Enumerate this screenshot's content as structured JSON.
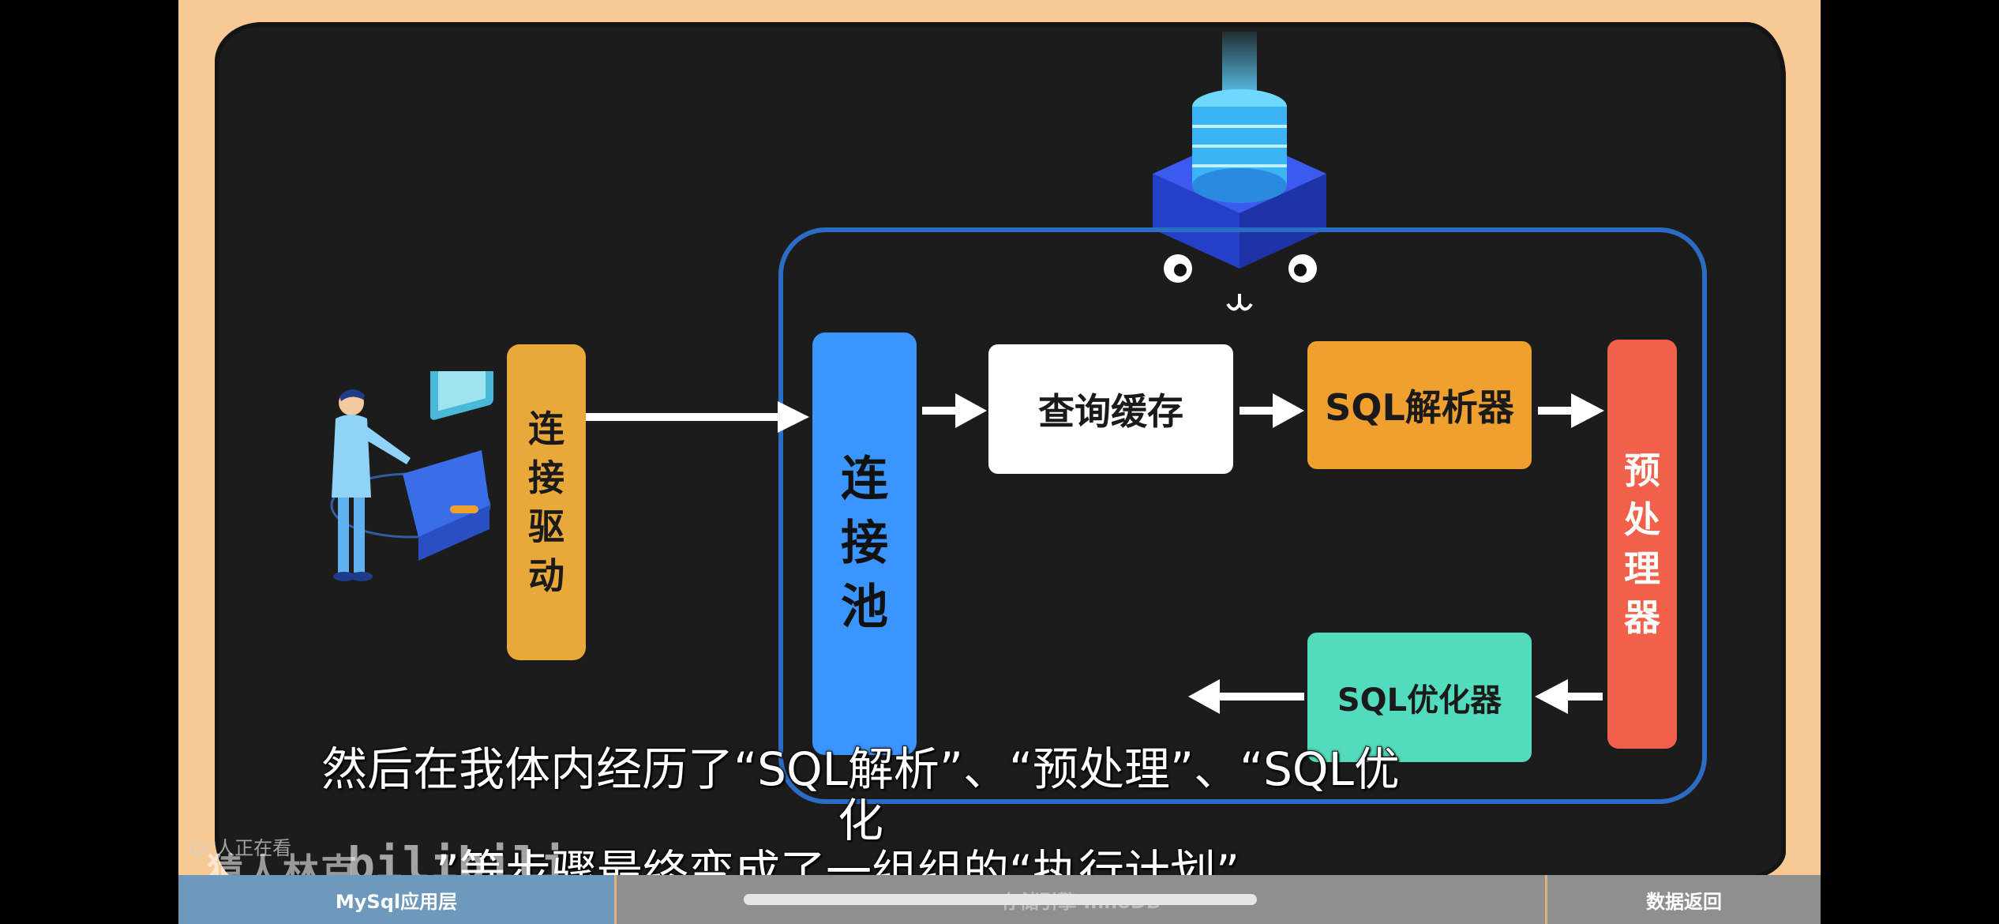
{
  "diagram": {
    "driver_label": [
      "连",
      "接",
      "驱",
      "动"
    ],
    "pool_label": [
      "连",
      "接",
      "池"
    ],
    "cache_label": "查询缓存",
    "parser_label": "SQL解析器",
    "preprocessor_label": [
      "预",
      "处",
      "理",
      "器"
    ],
    "optimizer_label": "SQL优化器"
  },
  "subtitle": {
    "line1": "然后在我体内经历了“SQL解析”、“预处理”、“SQL优化",
    "line2": "”等步骤最终变成了一组组的“执行计划”，"
  },
  "overlay": {
    "viewers": "Qi 人正在看",
    "uploader": "猿人林克",
    "platform_logo": "bilibili"
  },
  "chapter_bar": {
    "segments": [
      {
        "label": "MySql应用层"
      },
      {
        "label": "存储引擎 InnoDB"
      },
      {
        "label": "数据返回"
      }
    ]
  },
  "colors": {
    "driver": "#e9a93a",
    "pool": "#3a95ff",
    "cache": "#ffffff",
    "parser": "#f0a02e",
    "preprocessor": "#f0604a",
    "optimizer": "#52dcbd",
    "frame": "#2b6cc4",
    "background": "#f7c994"
  }
}
